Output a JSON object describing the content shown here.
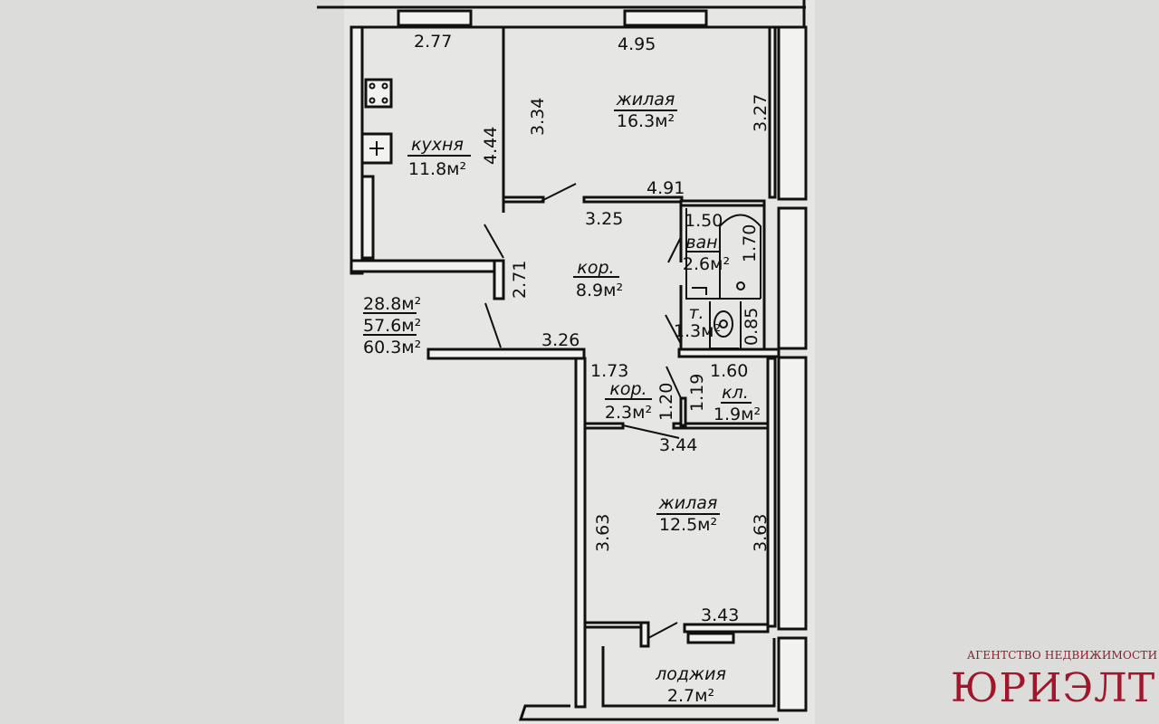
{
  "rooms": {
    "kitchen": {
      "name": "кухня",
      "area": "11.8м²"
    },
    "living1": {
      "name": "жилая",
      "area": "16.3м²"
    },
    "corridor1": {
      "name": "кор.",
      "area": "8.9м²"
    },
    "bath": {
      "name": "ван.",
      "area": "2.6м²"
    },
    "toilet": {
      "name": "т.",
      "area": "1.3м²"
    },
    "corridor2": {
      "name": "кор.",
      "area": "2.3м²"
    },
    "closet": {
      "name": "кл.",
      "area": "1.9м²"
    },
    "living2": {
      "name": "жилая",
      "area": "12.5м²"
    },
    "loggia": {
      "name": "лоджия",
      "area": "2.7м²"
    }
  },
  "totals": {
    "living": "28.8м²",
    "total": "57.6м²",
    "total_with_loggia": "60.3м²"
  },
  "dimensions": {
    "d277": "2.77",
    "d495": "4.95",
    "d334": "3.34",
    "d444": "4.44",
    "d327": "3.27",
    "d491": "4.91",
    "d325": "3.25",
    "d271": "2.71",
    "d150": "1.50",
    "d170": "1.70",
    "d085": "0.85",
    "d326": "3.26",
    "d173": "1.73",
    "d120": "1.20",
    "d119": "1.19",
    "d160": "1.60",
    "d344": "3.44",
    "d363a": "3.63",
    "d363b": "3.63",
    "d343": "3.43"
  },
  "watermark": {
    "subtitle": "АГЕНТСТВО НЕДВИЖИМОСТИ",
    "brand": "ЮРИЭЛТ",
    "color": "#a0172c"
  }
}
